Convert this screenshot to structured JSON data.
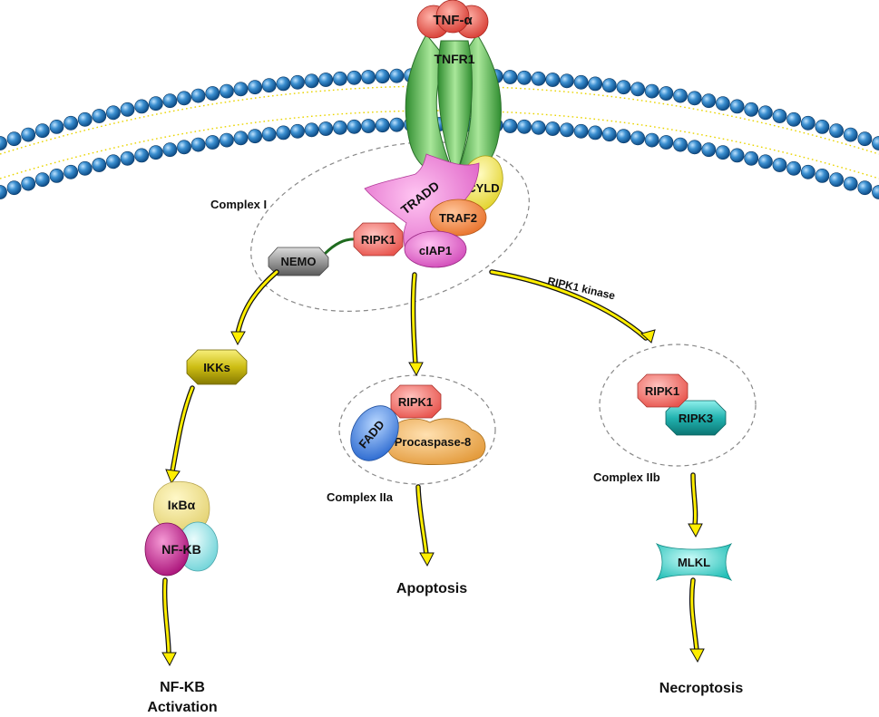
{
  "labels": {
    "tnf_alpha": "TNF-α",
    "tnfr1": "TNFR1",
    "tradd": "TRADD",
    "cyld": "CYLD",
    "traf2": "TRAF2",
    "ripk1": "RIPK1",
    "ciap1": "cIAP1",
    "nemo": "NEMO",
    "complex_i": "Complex I",
    "ikks": "IKKs",
    "ikba": "IκBα",
    "nfkb": "NF-KB",
    "nfkb_activation_line1": "NF-ΚB",
    "nfkb_activation_line2": "Activation",
    "ripk1_iia": "RIPK1",
    "fadd": "FADD",
    "procaspase8": "Procaspase-8",
    "complex_iia": "Complex IIa",
    "apoptosis": "Apoptosis",
    "ripk1_kinase": "RIPK1 kinase",
    "ripk1_iib": "RIPK1",
    "ripk3": "RIPK3",
    "complex_iib": "Complex IIb",
    "mlkl": "MLKL",
    "necroptosis": "Necroptosis"
  },
  "colors": {
    "membrane_bead": "#2f86c6",
    "membrane_tail": "#f3e200",
    "tnf": "#e8554a",
    "tnfr1": "#5cbf5c",
    "tradd": "#ea6fd2",
    "cyld": "#ece34c",
    "traf2": "#ef7f3a",
    "ripk1": "#ef6f6a",
    "ciap1": "#e25fc8",
    "nemo": "#888888",
    "ikks": "#cfc21a",
    "ikba": "#ede08a",
    "nfkb_left": "#c2168c",
    "nfkb_right": "#86e0e4",
    "fadd": "#3c7fdc",
    "procaspase8": "#f0b25a",
    "ripk3": "#22b3b0",
    "mlkl": "#35cfc8",
    "arrow": "#ffee00"
  }
}
